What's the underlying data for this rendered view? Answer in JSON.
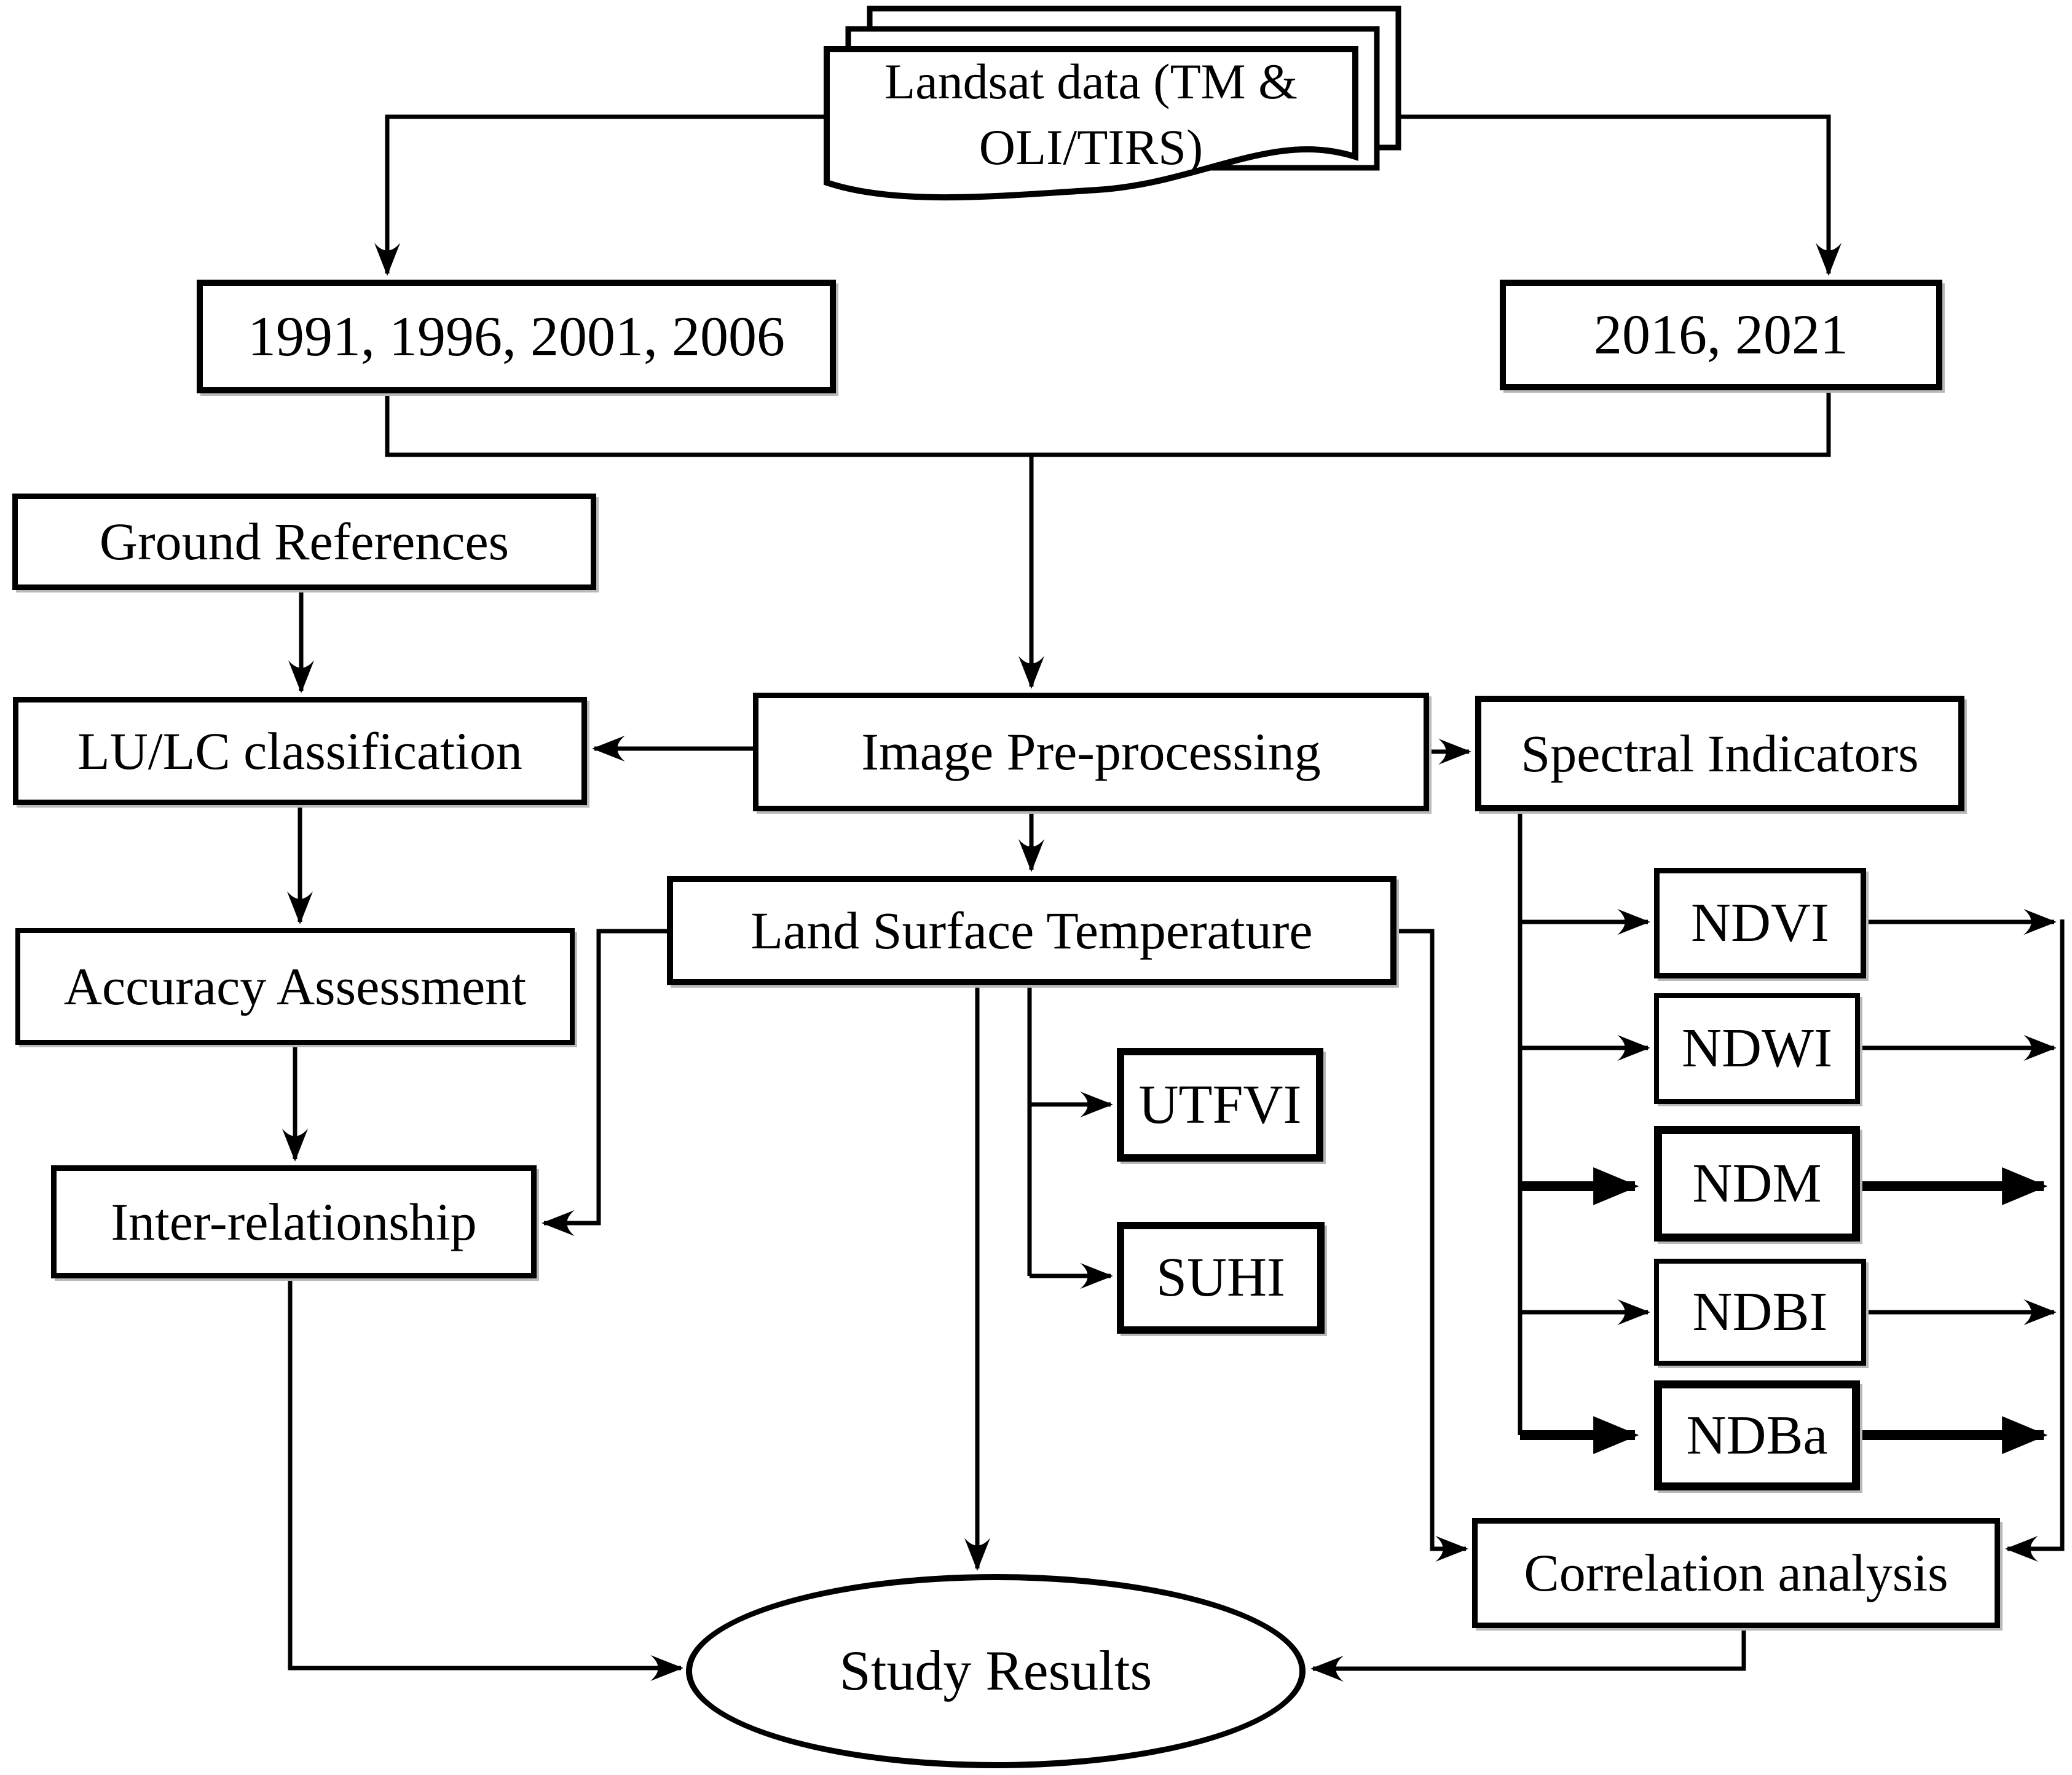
{
  "flowchart": {
    "landsat": {
      "line1": "Landsat data (TM &",
      "line2": "OLI/TIRS)"
    },
    "years_tm": "1991, 1996, 2001, 2006",
    "years_oli": "2016, 2021",
    "ground_references": "Ground References",
    "lulc_classification": "LU/LC classification",
    "image_preprocessing": "Image Pre-processing",
    "spectral_indicators": "Spectral Indicators",
    "accuracy_assessment": "Accuracy Assessment",
    "inter_relationship": "Inter-relationship",
    "land_surface_temperature": "Land Surface Temperature",
    "utfvi": "UTFVI",
    "suhi": "SUHI",
    "indicators": [
      "NDVI",
      "NDWI",
      "NDM",
      "NDBI",
      "NDBa"
    ],
    "correlation_analysis": "Correlation analysis",
    "study_results": "Study Results"
  },
  "colors": {
    "line": "#000000",
    "box_fill": "#ffffff",
    "background": "#ffffff"
  }
}
